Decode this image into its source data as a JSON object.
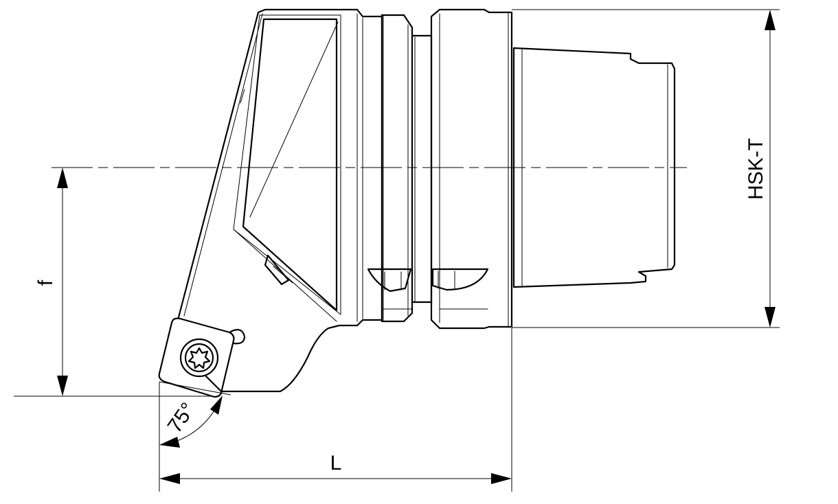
{
  "dimensions": {
    "length_label": "L",
    "offset_label": "f",
    "interface_label": "HSK-T",
    "angle_label": "75°"
  },
  "icons": {
    "insert_screw": "torx-screw-icon"
  }
}
